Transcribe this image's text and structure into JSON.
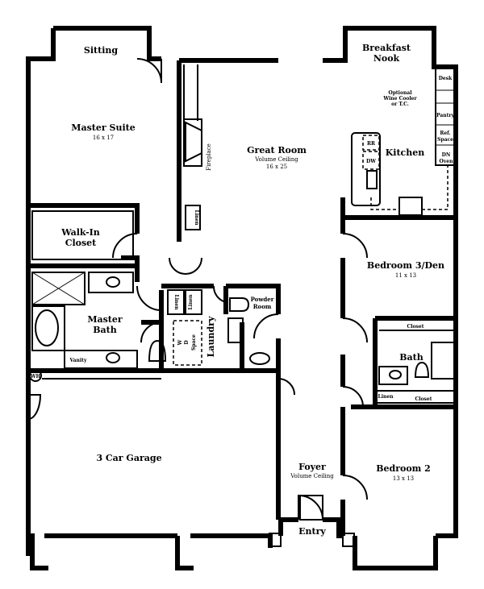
{
  "rooms": {
    "sitting": "Sitting",
    "master_suite": {
      "name": "Master Suite",
      "size": "16 x 17"
    },
    "great_room": {
      "name": "Great Room",
      "note": "Volume Ceiling",
      "size": "16 x 25"
    },
    "fireplace": "Fireplace",
    "breakfast_nook": {
      "line1": "Breakfast",
      "line2": "Nook"
    },
    "desk": "Desk",
    "wine_cooler": {
      "line1": "Optional",
      "line2": "Wine Cooler",
      "line3": "or T.C."
    },
    "pantry": "Pantry",
    "ref_space": {
      "line1": "Ref.",
      "line2": "Space"
    },
    "dn_oven": {
      "line1": "DN",
      "line2": "Oven"
    },
    "rr": "RR",
    "dw": "DW",
    "kitchen": "Kitchen",
    "walk_in_closet": {
      "line1": "Walk-In",
      "line2": "Closet"
    },
    "linen_great": "Linen",
    "master_bath": {
      "line1": "Master",
      "line2": "Bath"
    },
    "vanity": "Vanity",
    "wh": "WH",
    "linen_a": "Linen",
    "linen_b": "Linen",
    "wd_space": {
      "line1": "W",
      "line2": "D",
      "line3": "Space"
    },
    "laundry": "Laundry",
    "powder_room": {
      "line1": "Powder",
      "line2": "Room"
    },
    "bedroom3": {
      "name": "Bedroom 3/Den",
      "size": "11 x 13"
    },
    "closet_b3": "Closet",
    "bath": "Bath",
    "linen_hall": "Linen",
    "closet_b2": "Closet",
    "bedroom2": {
      "name": "Bedroom 2",
      "size": "13 x 13"
    },
    "garage": "3 Car Garage",
    "foyer": {
      "name": "Foyer",
      "note": "Volume Ceiling"
    },
    "entry": "Entry"
  }
}
